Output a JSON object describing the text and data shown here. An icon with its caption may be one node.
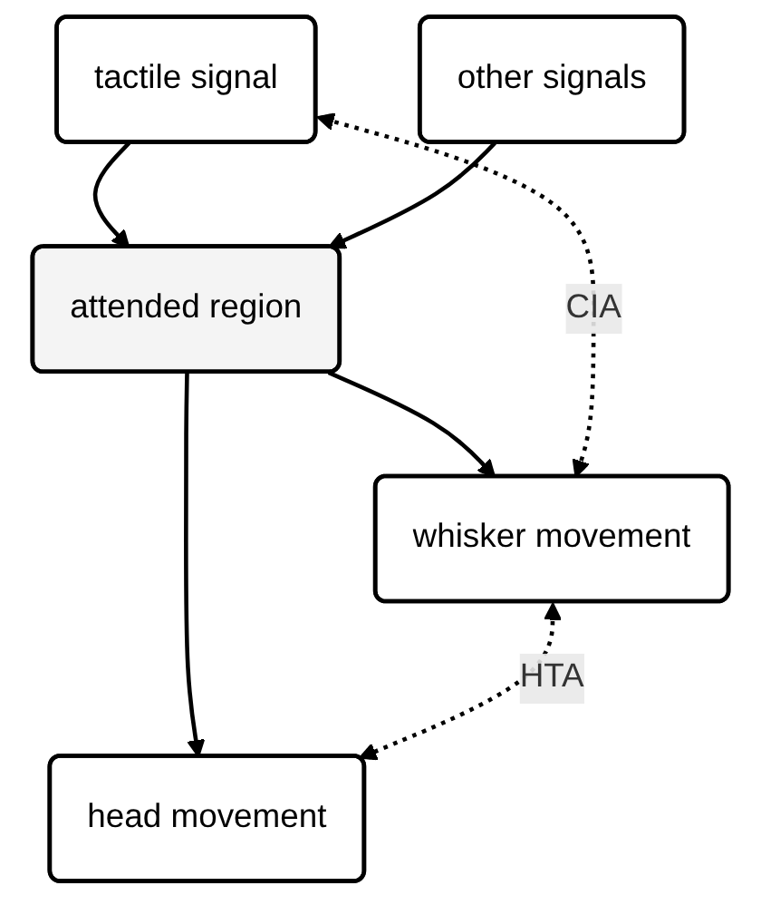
{
  "diagram": {
    "nodes": [
      {
        "text": [
          "tactile signal"
        ]
      },
      {
        "text": [
          "other signals"
        ]
      },
      {
        "text": [
          "attended region"
        ]
      },
      {
        "text": [
          "whisker movement"
        ]
      },
      {
        "text": [
          "head movement"
        ]
      }
    ],
    "edges": [
      {
        "from": 0,
        "to": 2,
        "arrow": "to"
      },
      {
        "from": 1,
        "to": 2,
        "arrow": "to"
      },
      {
        "from": 2,
        "to": 3,
        "arrow": "to"
      },
      {
        "from": 2,
        "to": 4,
        "arrow": "to"
      },
      {
        "from": 0,
        "to": 3,
        "arrow": "both",
        "style": "dashed",
        "label": "CIA"
      },
      {
        "from": 3,
        "to": 4,
        "arrow": "both",
        "style": "dashed",
        "label": "HTA"
      }
    ]
  }
}
